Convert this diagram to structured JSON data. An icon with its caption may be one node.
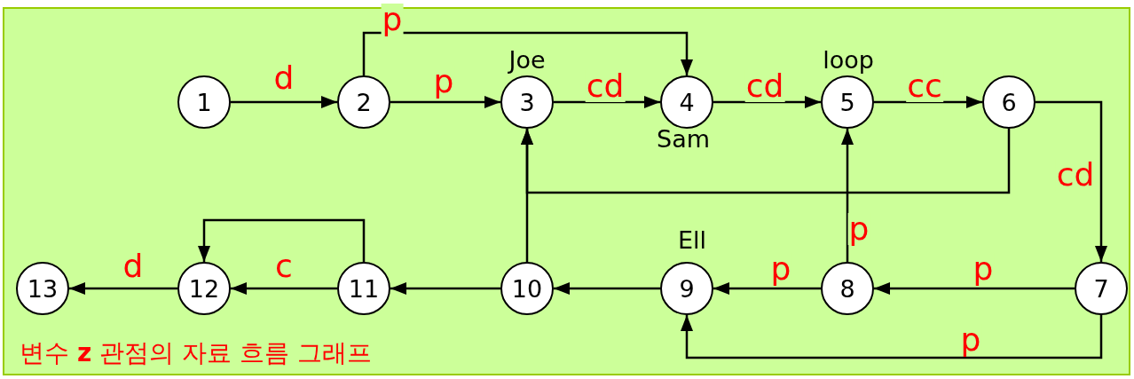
{
  "diagram": {
    "caption": "변수 **z** 관점의 자료 흐름 그래프",
    "nodes": [
      {
        "text": [
          "1"
        ]
      },
      {
        "text": [
          "2"
        ]
      },
      {
        "text": [
          "3"
        ],
        "beside": [
          "Joe"
        ]
      },
      {
        "text": [
          "4"
        ],
        "beside": [
          "Sam"
        ]
      },
      {
        "text": [
          "5"
        ],
        "beside": [
          "loop"
        ]
      },
      {
        "text": [
          "6"
        ]
      },
      {
        "text": [
          "7"
        ]
      },
      {
        "text": [
          "8"
        ]
      },
      {
        "text": [
          "9"
        ],
        "beside": [
          "Ell"
        ]
      },
      {
        "text": [
          "10"
        ]
      },
      {
        "text": [
          "11"
        ]
      },
      {
        "text": [
          "12"
        ]
      },
      {
        "text": [
          "13"
        ]
      }
    ],
    "edges": [
      {
        "from": 0,
        "to": 1,
        "arrow": "to",
        "label": "d"
      },
      {
        "from": 1,
        "to": 2,
        "arrow": "to",
        "label": "p"
      },
      {
        "from": 1,
        "to": 3,
        "arrow": "to",
        "label": "p"
      },
      {
        "from": 2,
        "to": 3,
        "arrow": "to",
        "label": "cd"
      },
      {
        "from": 3,
        "to": 4,
        "arrow": "to",
        "label": "cd"
      },
      {
        "from": 4,
        "to": 5,
        "arrow": "to",
        "label": "cc"
      },
      {
        "from": 5,
        "to": 6,
        "arrow": "to",
        "label": "cd"
      },
      {
        "from": 6,
        "to": 7,
        "arrow": "to",
        "label": "p"
      },
      {
        "from": 7,
        "to": 8,
        "arrow": "to",
        "label": "p"
      },
      {
        "from": 6,
        "to": 8,
        "arrow": "to",
        "label": "p"
      },
      {
        "from": 7,
        "to": 4,
        "arrow": "to",
        "label": "p"
      },
      {
        "from": 8,
        "to": 9,
        "arrow": "to"
      },
      {
        "from": 9,
        "to": 2,
        "arrow": "to"
      },
      {
        "from": 5,
        "to": 2,
        "arrow": "to"
      },
      {
        "from": 9,
        "to": 10,
        "arrow": "to"
      },
      {
        "from": 10,
        "to": 11,
        "arrow": "to",
        "label": "c"
      },
      {
        "from": 10,
        "to": 11,
        "arrow": "to"
      },
      {
        "from": 11,
        "to": 12,
        "arrow": "to",
        "label": "d"
      }
    ]
  }
}
